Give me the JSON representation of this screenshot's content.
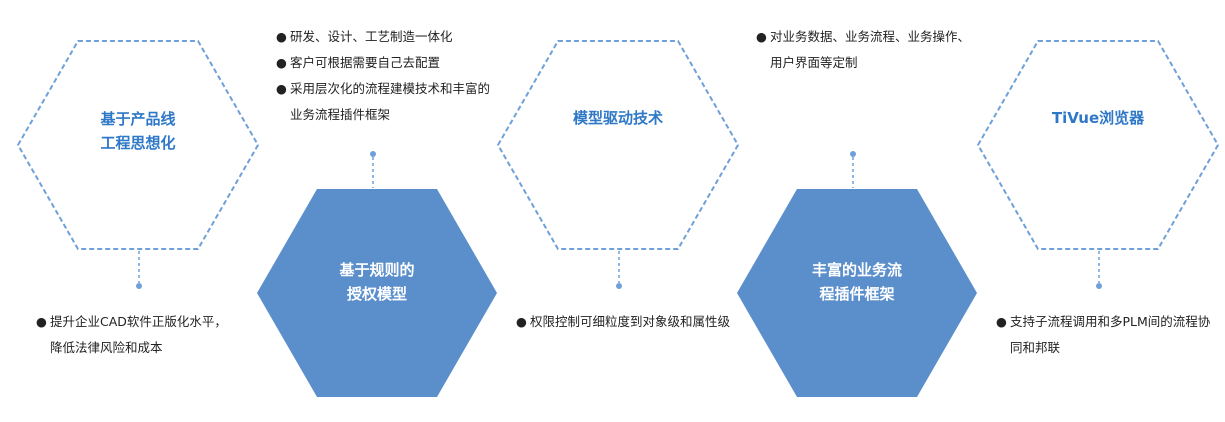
{
  "nodes": [
    {
      "id": "product-line",
      "style": "outline",
      "title_lines": [
        "基于产品线",
        "工程思想化"
      ]
    },
    {
      "id": "rule-auth",
      "style": "filled",
      "title_lines": [
        "基于规则的",
        "授权模型"
      ]
    },
    {
      "id": "model-driven",
      "style": "outline",
      "title_lines": [
        "模型驱动技术"
      ]
    },
    {
      "id": "workflow-plugin",
      "style": "filled",
      "title_lines": [
        "丰富的业务流",
        "程插件框架"
      ]
    },
    {
      "id": "tivue",
      "style": "outline",
      "title_lines": [
        "TiVue浏览器"
      ]
    }
  ],
  "notes": {
    "product_line": [
      "提升企业CAD软件正版化水平，降低法律风险和成本"
    ],
    "rule_auth": [
      "研发、设计、工艺制造一体化",
      "客户可根据需要自己去配置",
      "采用层次化的流程建模技术和丰富的业务流程插件框架"
    ],
    "model_driven": [
      "权限控制可细粒度到对象级和属性级"
    ],
    "workflow_plugin": [
      "对业务数据、业务流程、业务操作、用户界面等定制"
    ],
    "tivue": [
      "支持子流程调用和多PLM间的流程协同和邦联"
    ]
  },
  "bullet_symbol": "●",
  "colors": {
    "accent": "#2e78c7",
    "filled_hex": "#5b8fcb",
    "outline_stroke": "#6fa0d8",
    "connector": "#6fa0d8",
    "text": "#222222"
  }
}
